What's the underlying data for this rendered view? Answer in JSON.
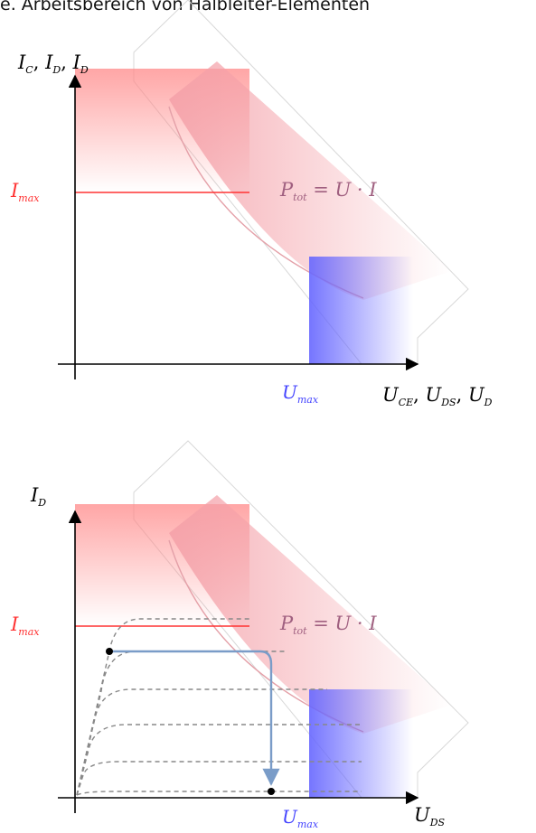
{
  "title": "e. Arbeitsbereich von Halbleiter-Elementen",
  "top_diagram": {
    "y_axis_label": {
      "main": "I",
      "subs": [
        "C",
        "D",
        "D"
      ],
      "sep": ", "
    },
    "x_axis_label": {
      "main": "U",
      "subs": [
        "CE",
        "DS",
        "D"
      ],
      "sep": ", "
    },
    "imax_label": {
      "main": "I",
      "sub": "max"
    },
    "umax_label": {
      "main": "U",
      "sub": "max"
    },
    "ptot_label": {
      "main": "P",
      "sub": "tot",
      "rest": " = U · I"
    }
  },
  "bottom_diagram": {
    "y_axis_label": {
      "main": "I",
      "sub": "D"
    },
    "x_axis_label": {
      "main": "U",
      "sub": "DS"
    },
    "imax_label": {
      "main": "I",
      "sub": "max"
    },
    "umax_label": {
      "main": "U",
      "sub": "max"
    },
    "ptot_label": {
      "main": "P",
      "sub": "tot",
      "rest": " = U · I"
    },
    "characteristic_curves": 6
  },
  "colors": {
    "imax": "#ff3333",
    "umax": "#4444ff",
    "ptot": "#a06080",
    "curve": "#888888",
    "operating_path": "#7a9cc8",
    "axis": "#000000"
  }
}
